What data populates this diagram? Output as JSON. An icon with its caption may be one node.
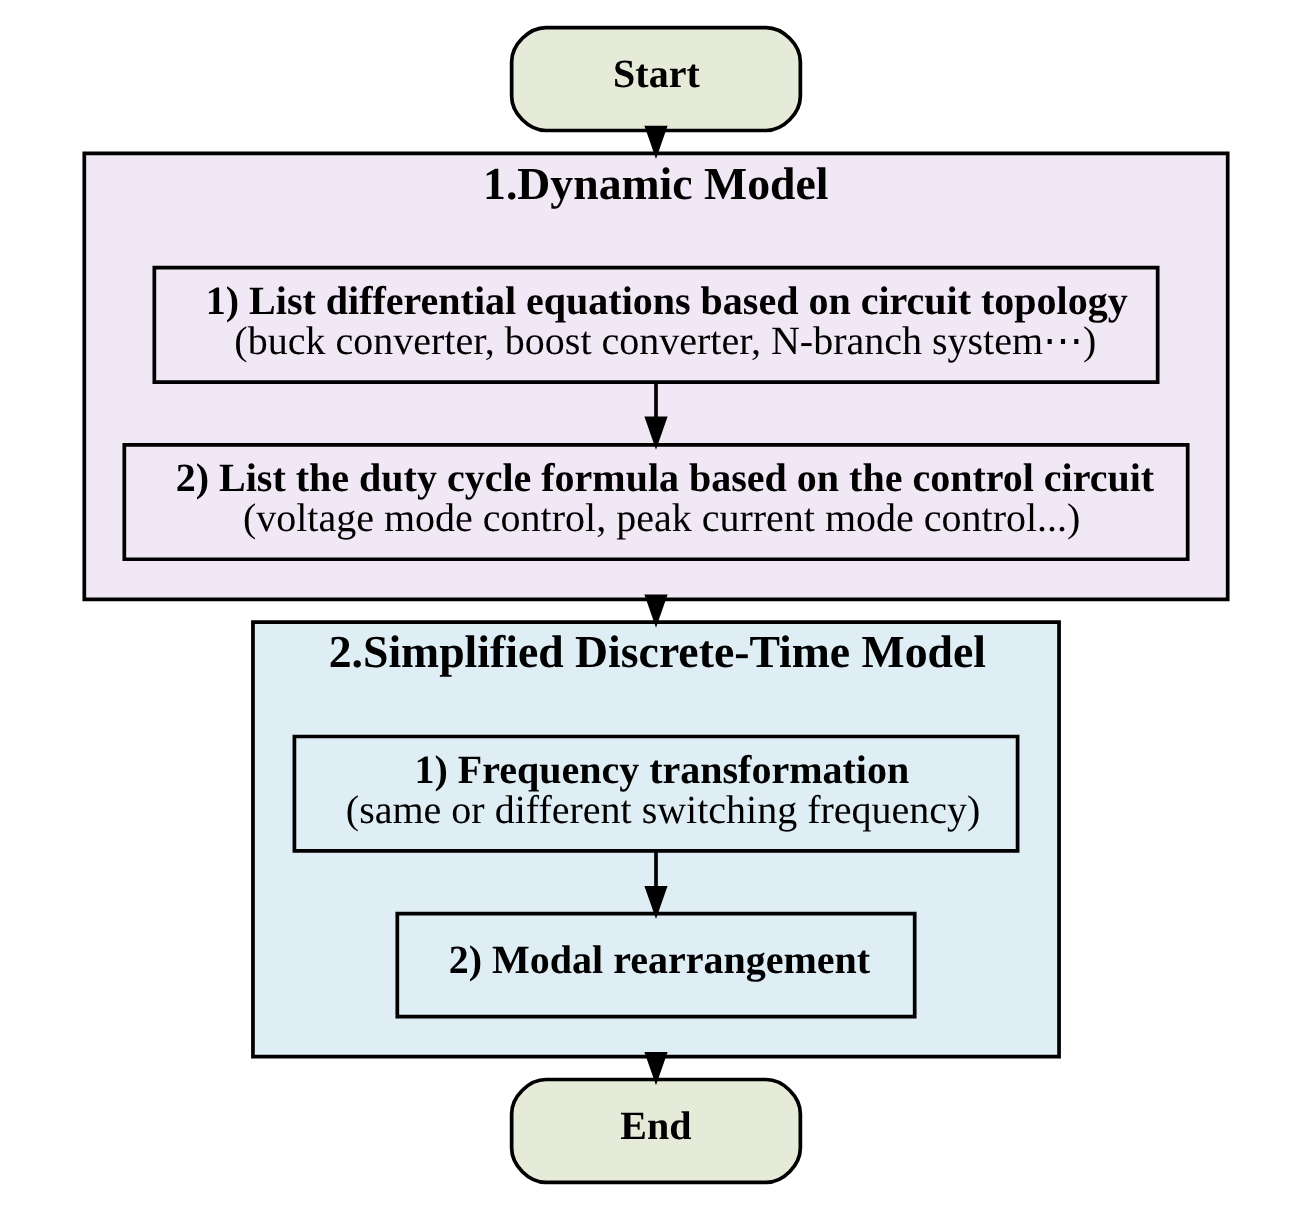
{
  "diagram": {
    "nodes": [
      {
        "text": [
          "Start"
        ]
      },
      {
        "text": [
          "1.Dynamic Model"
        ]
      },
      {
        "text": [
          "1) List differential equations based on circuit topology",
          "(buck converter, boost converter, N-branch system⋯)"
        ],
        "in": 1
      },
      {
        "text": [
          "2) List the duty cycle formula based on the control circuit",
          "(voltage mode control, peak current mode control...)"
        ],
        "in": 1
      },
      {
        "text": [
          "2.Simplified Discrete-Time Model"
        ]
      },
      {
        "text": [
          "1) Frequency transformation",
          "(same or different switching frequency)"
        ],
        "in": 4
      },
      {
        "text": [
          "2) Modal rearrangement"
        ],
        "in": 4
      },
      {
        "text": [
          "End"
        ]
      }
    ],
    "edges": [
      {
        "from": 0,
        "to": 1,
        "arrow": "to"
      },
      {
        "from": 2,
        "to": 3,
        "arrow": "to"
      },
      {
        "from": 1,
        "to": 4,
        "arrow": "to"
      },
      {
        "from": 5,
        "to": 6,
        "arrow": "to"
      },
      {
        "from": 4,
        "to": 7,
        "arrow": "to"
      }
    ]
  }
}
